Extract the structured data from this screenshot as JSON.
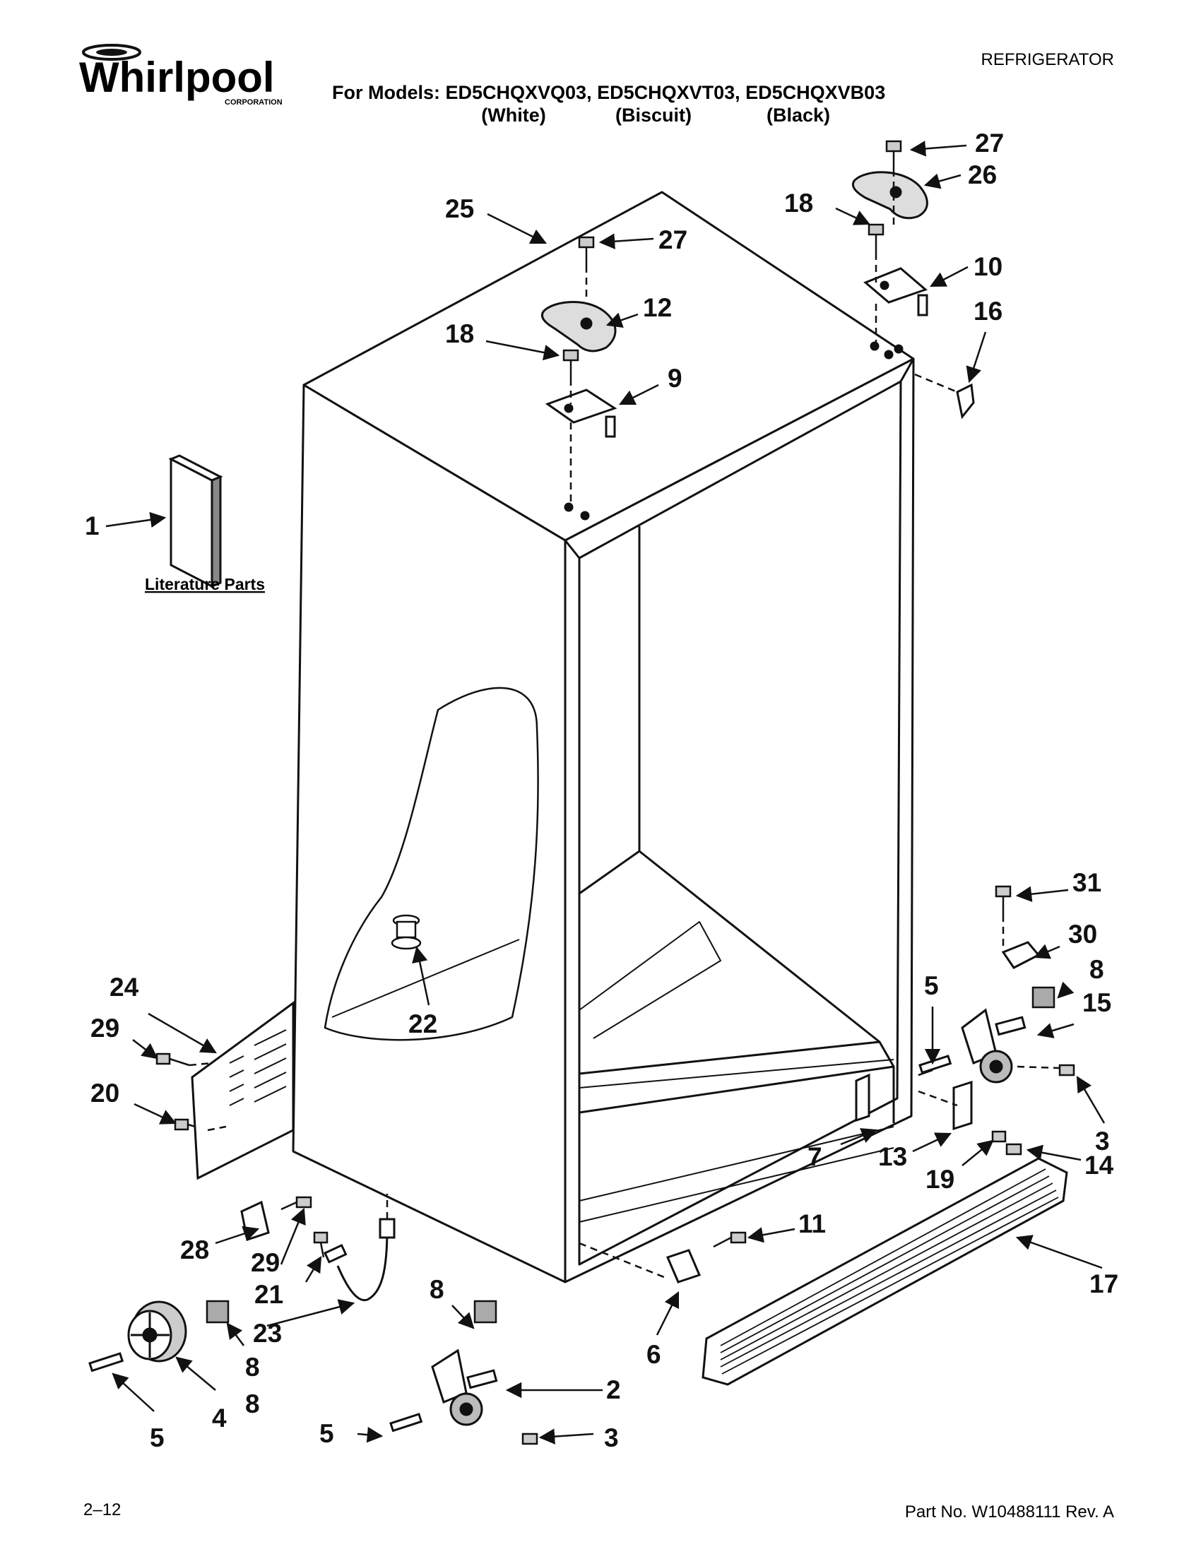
{
  "brand": {
    "name": "Whirlpool",
    "sub": "CORPORATION"
  },
  "header": {
    "category": "REFRIGERATOR",
    "models_label": "For Models: ED5CHQXVQ03, ED5CHQXVT03, ED5CHQXVB03",
    "colors": [
      "(White)",
      "(Biscuit)",
      "(Black)"
    ]
  },
  "literature_label": "Literature Parts",
  "callouts": [
    "27",
    "26",
    "18",
    "10",
    "16",
    "25",
    "27",
    "12",
    "18",
    "9",
    "1",
    "31",
    "30",
    "8",
    "5",
    "15",
    "24",
    "29",
    "20",
    "22",
    "3",
    "7",
    "13",
    "14",
    "19",
    "11",
    "17",
    "28",
    "29",
    "21",
    "23",
    "8",
    "6",
    "8",
    "2",
    "5",
    "4",
    "8",
    "5",
    "3",
    "5"
  ],
  "footer": {
    "page": "2–12",
    "part_no": "Part No. W10488111 Rev. A"
  }
}
